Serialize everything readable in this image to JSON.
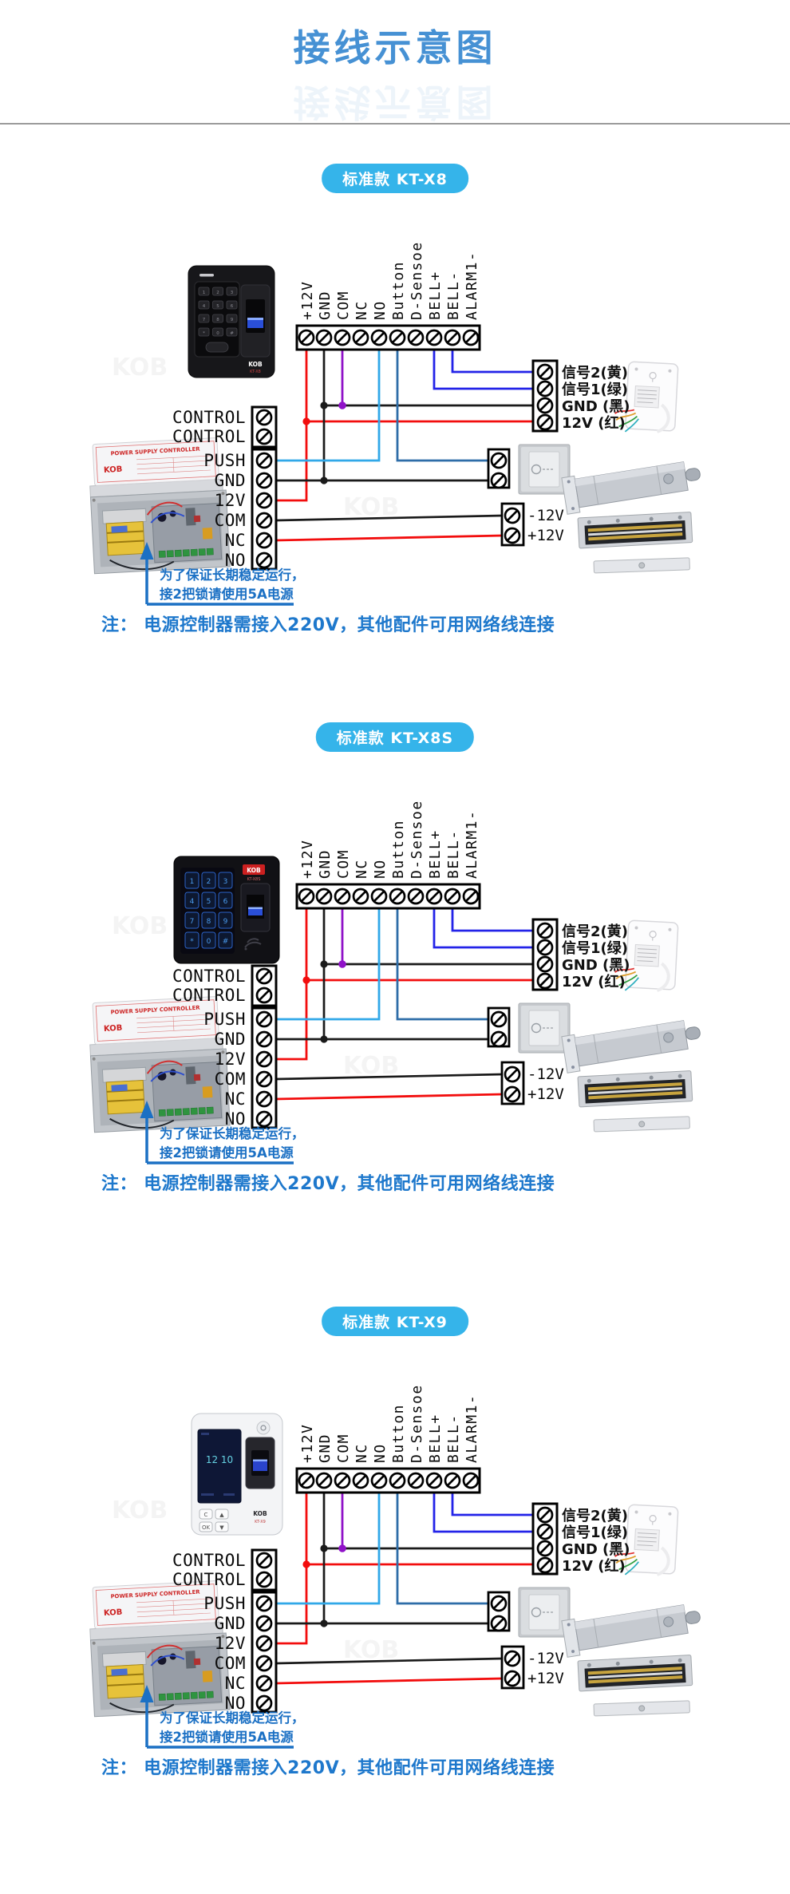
{
  "header": {
    "title": "接线示意图"
  },
  "shared": {
    "brand": "KOB",
    "top_labels": [
      "+12V",
      "GND",
      "COM",
      "NC",
      "NO",
      "Button",
      "D-Sensoe",
      "BELL+",
      "BELL-",
      "ALARM1-"
    ],
    "control_labels": [
      "CONTROL",
      "CONTROL"
    ],
    "power_labels": [
      "PUSH",
      "GND",
      "12V",
      "COM",
      "NC",
      "NO"
    ],
    "signal_labels": [
      "信号2(黄)",
      "信号1(绿)",
      "GND (黑)",
      "12V (红)"
    ],
    "lock_labels": [
      "-12V",
      "+12V"
    ],
    "keypad_keys": [
      "1",
      "2",
      "3",
      "4",
      "5",
      "6",
      "7",
      "8",
      "9",
      "*",
      "0",
      "#"
    ],
    "psu_title": "POWER SUPPLY CONTROLLER",
    "tip_line1": "为了保证长期稳定运行，",
    "tip_line2": "接2把锁请使用5A电源",
    "note": "注： 电源控制器需接入220V，其他配件可用网络线连接",
    "colors": {
      "accent_blue": "#35b4ea",
      "title_blue": "#4691d4",
      "note_blue": "#1e78cc",
      "wire_red": "#f20d0d",
      "wire_black": "#1a1a1a",
      "wire_purple": "#9012c8",
      "wire_cyan": "#31a8e8",
      "wire_steelblue": "#2e6da8",
      "wire_blue": "#2323e8"
    }
  },
  "sections": [
    {
      "badge": "标准款 KT-X8",
      "device_variant": "x8",
      "model": "KT-X8"
    },
    {
      "badge": "标准款 KT-X8S",
      "device_variant": "x8s",
      "model": "KT-X8S"
    },
    {
      "badge": "标准款 KT-X9",
      "device_variant": "x9",
      "model": "KT-X9",
      "screen_time": "12 10",
      "nav_buttons": [
        "C",
        "▲",
        "OK",
        "▼"
      ]
    }
  ]
}
